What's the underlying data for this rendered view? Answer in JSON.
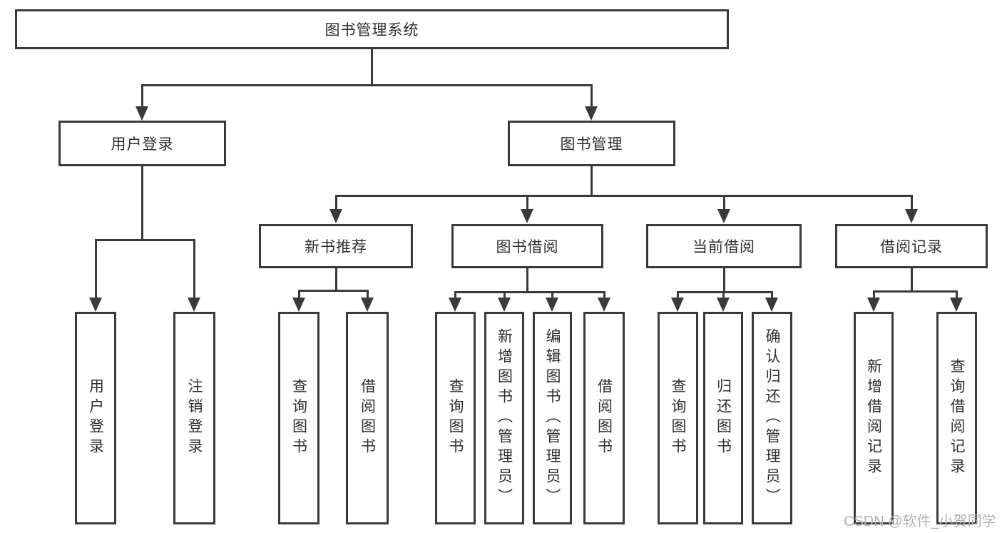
{
  "diagram": {
    "type": "org-tree",
    "title": "图书管理系统",
    "watermark": "CSDN @软件_小贺同学",
    "colors": {
      "line": "#3a3a3a",
      "text": "#2e2e2e",
      "background": "#ffffff",
      "watermark": "#b3b3b3"
    }
  },
  "nodes": {
    "root": "图书管理系统",
    "user_login": "用户登录",
    "book_mgmt": "图书管理",
    "new_book_rec": "新书推荐",
    "book_borrow": "图书借阅",
    "current_borrow": "当前借阅",
    "borrow_records": "借阅记录",
    "leaf_user_login": "用户登录",
    "leaf_logout": "注销登录",
    "leaf_query_book_a": "查询图书",
    "leaf_borrow_book_a": "借阅图书",
    "leaf_query_book_b": "查询图书",
    "leaf_add_book_admin": "新增图书（管理员）",
    "leaf_edit_book_admin": "编辑图书（管理员）",
    "leaf_borrow_book_b": "借阅图书",
    "leaf_query_book_c": "查询图书",
    "leaf_return_book": "归还图书",
    "leaf_confirm_return_admin": "确认归还（管理员）",
    "leaf_add_borrow_record": "新增借阅记录",
    "leaf_query_borrow_record": "查询借阅记录"
  },
  "hierarchy": {
    "图书管理系统": {
      "用户登录": [
        "用户登录",
        "注销登录"
      ],
      "图书管理": {
        "新书推荐": [
          "查询图书",
          "借阅图书"
        ],
        "图书借阅": [
          "查询图书",
          "新增图书（管理员）",
          "编辑图书（管理员）",
          "借阅图书"
        ],
        "当前借阅": [
          "查询图书",
          "归还图书",
          "确认归还（管理员）"
        ],
        "借阅记录": [
          "新增借阅记录",
          "查询借阅记录"
        ]
      }
    }
  }
}
